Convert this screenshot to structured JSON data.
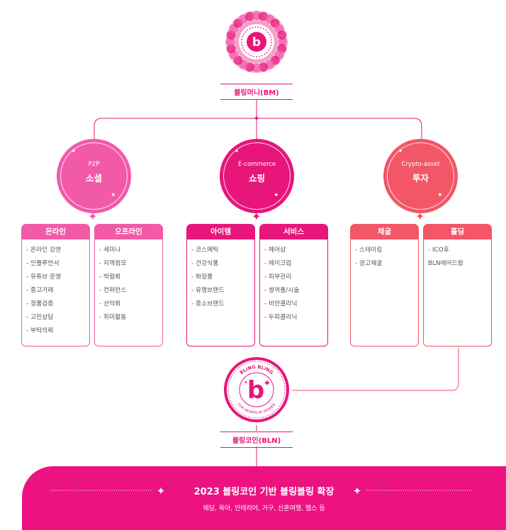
{
  "top": {
    "label": "블링머니(BM)"
  },
  "categories": [
    {
      "sub": "P2P",
      "main": "소셜",
      "color": "#f25aa8",
      "columns": [
        {
          "label": "온라인",
          "items": [
            "- 온라인 강연",
            "- 인플루언서",
            "- 유튜브 운영",
            "- 중고거래",
            "- 정품검증",
            "- 고민상담",
            "- 부탁의뢰"
          ]
        },
        {
          "label": "오프라인",
          "items": [
            "- 세미나",
            "- 지역정모",
            "- 박람회",
            "- 컨퍼런스",
            "- 산악회",
            "- 취미활동"
          ]
        }
      ]
    },
    {
      "sub": "E-commerce",
      "main": "쇼핑",
      "color": "#e8157a",
      "columns": [
        {
          "label": "아이템",
          "items": [
            "- 코스메틱",
            "- 건강식품",
            "- 화장품",
            "- 유명브랜드",
            "- 중소브랜드"
          ]
        },
        {
          "label": "서비스",
          "items": [
            "- 헤어샵",
            "- 메이크업",
            "- 피부관리",
            "- 쌍꺼풀/시술",
            "- 비만클리닉",
            "- 두피클리닉"
          ]
        }
      ]
    },
    {
      "sub": "Crypto-asset",
      "main": "투자",
      "color": "#f25667",
      "columns": [
        {
          "label": "채굴",
          "items": [
            "- 스테이킹",
            "- 광고채굴"
          ]
        },
        {
          "label": "홀딩",
          "items": [
            "- ICO후",
            "BLN에어드랍"
          ]
        }
      ]
    }
  ],
  "coin": {
    "ring_top": "BLING BLING",
    "ring_bottom": "FOR WOMEN BY WOMEN",
    "label": "블링코인(BLN)"
  },
  "banner": {
    "title": "2023 블링코인 기반 블링블링 확장",
    "subtitle": "웨딩, 육아, 인테리어, 가구, 신혼여행, 헬스 등"
  },
  "colors": {
    "pink": "#e8157a",
    "light_pink": "#f25aa8",
    "coral": "#f25667"
  }
}
